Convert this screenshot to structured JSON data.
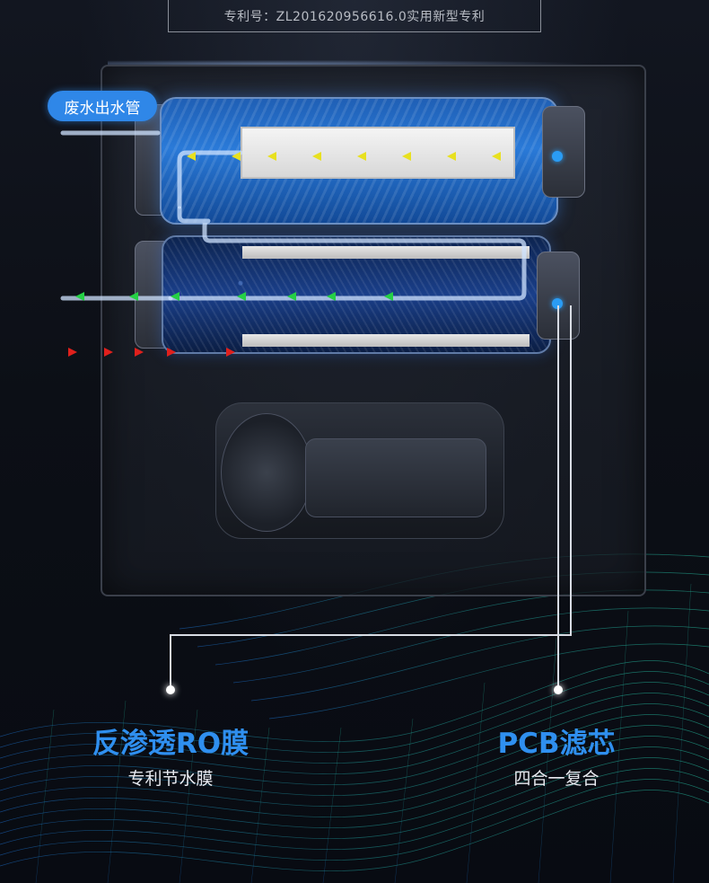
{
  "header": {
    "patent_text": "专利号：ZL201620956616.0实用新型专利"
  },
  "diagram": {
    "waste_pipe_label": "废水出水管"
  },
  "features": [
    {
      "title": "反渗透RO膜",
      "subtitle": "专利节水膜"
    },
    {
      "title": "PCB滤芯",
      "subtitle": "四合一复合"
    }
  ],
  "colors": {
    "accent_blue": "#2f87e8",
    "flow_yellow": "#e8e020",
    "flow_green": "#25d045",
    "flow_red": "#e0201c"
  }
}
